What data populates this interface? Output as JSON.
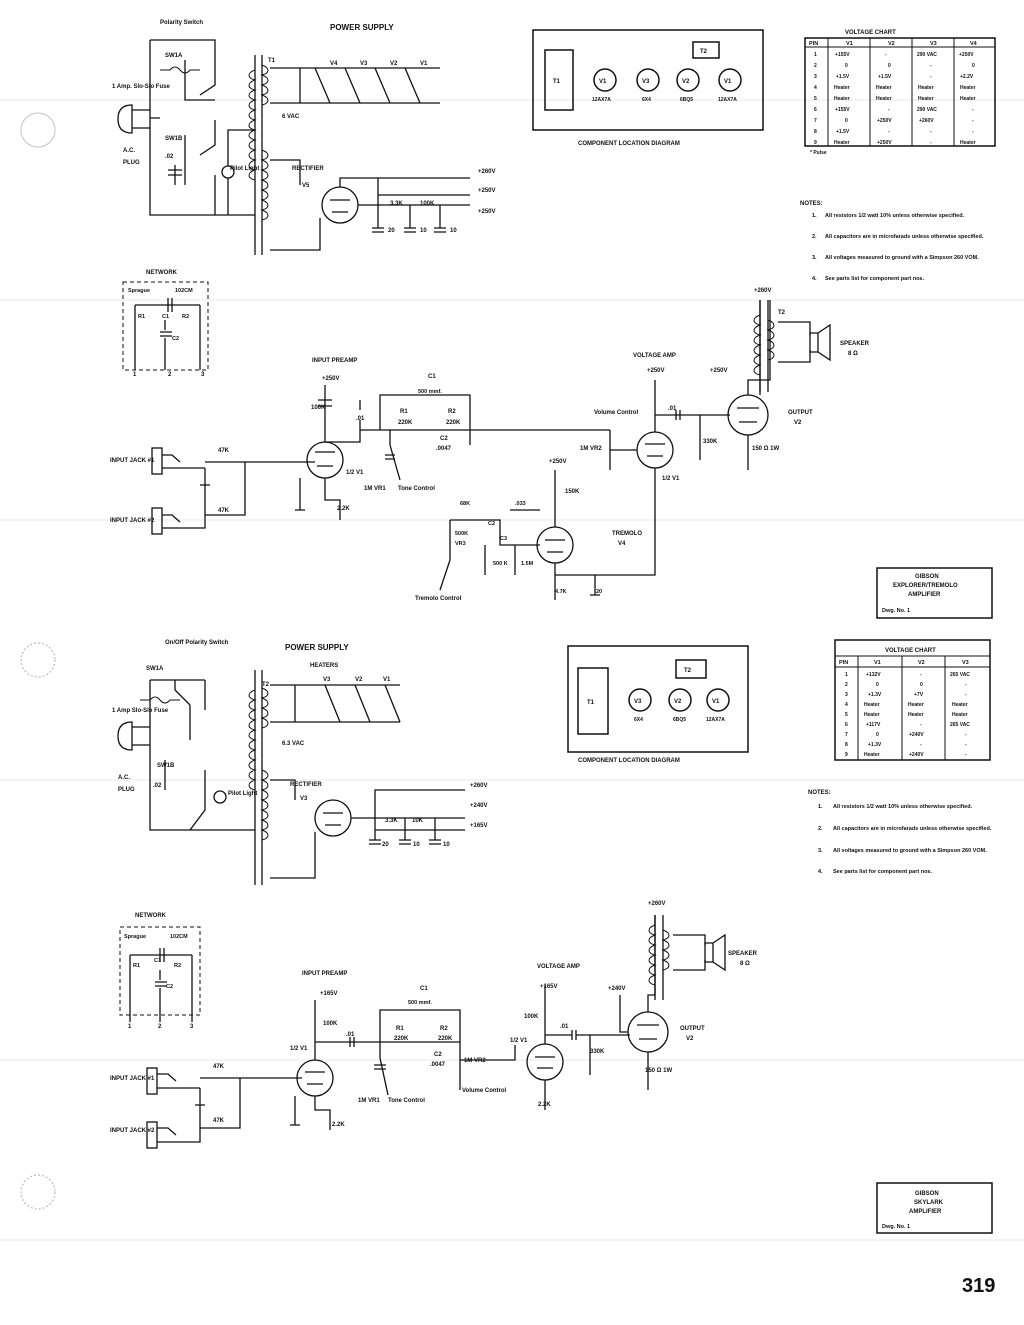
{
  "page_number": "319",
  "upper": {
    "power_supply": {
      "title": "POWER SUPPLY",
      "polarity_switch": "Polarity Switch",
      "sw1a": "SW1A",
      "sw1b": "SW1B",
      "fuse": "1 Amp. Slo-Slo Fuse",
      "ac_plug_line1": "A.C.",
      "ac_plug_line2": "PLUG",
      "cap_02": ".02",
      "pilot_light": "Pilot Light",
      "transformer": "T1",
      "heater_voltage": "6 VAC",
      "tubes": [
        "V4",
        "V3",
        "V2",
        "V1"
      ],
      "rectifier_label": "RECTIFIER",
      "rectifier_tube": "V5",
      "resistors": [
        "3.3K",
        "100K"
      ],
      "caps": [
        "20",
        "10",
        "10"
      ],
      "outputs": [
        "+260V",
        "+250V",
        "+250V"
      ]
    },
    "layout": {
      "tubes": [
        {
          "name": "V1",
          "type": "12AX7A"
        },
        {
          "name": "V3",
          "type": "6X4"
        },
        {
          "name": "V2",
          "type": "6BQ5"
        },
        {
          "name": "V1",
          "type": "12AX7A"
        }
      ],
      "transformers": [
        "T1",
        "T2"
      ],
      "caption": "COMPONENT LOCATION DIAGRAM"
    },
    "voltage_chart": {
      "title": "VOLTAGE CHART",
      "headers": [
        "PIN",
        "V1",
        "V2",
        "V3",
        "V4"
      ],
      "rows": [
        [
          "1",
          "+155V",
          "-",
          "290 VAC",
          "+250V"
        ],
        [
          "2",
          "0",
          "0",
          "-",
          "0"
        ],
        [
          "3",
          "+1.5V",
          "+1.5V",
          "-",
          "+2.2V"
        ],
        [
          "4",
          "Heater",
          "Heater",
          "Heater",
          "Heater"
        ],
        [
          "5",
          "Heater",
          "Heater",
          "Heater",
          "Heater"
        ],
        [
          "6",
          "+155V",
          "-",
          "290 VAC",
          "-"
        ],
        [
          "7",
          "0",
          "+250V",
          "+260V",
          "-"
        ],
        [
          "8",
          "+1.5V",
          "-",
          "-",
          "-"
        ],
        [
          "9",
          "Heater",
          "+250V",
          "-",
          "Heater"
        ]
      ],
      "footnote": "* Pulse"
    },
    "notes": {
      "title": "NOTES:",
      "items": [
        "All resistors 1/2 watt 10% unless otherwise specified.",
        "All capacitors are in microfarads unless otherwise specified.",
        "All voltages measured to ground with a Simpson 260 VOM.",
        "See parts list for component part nos."
      ]
    },
    "network": {
      "title": "NETWORK",
      "maker": "Sprague",
      "part": "102CM",
      "components": [
        "R1",
        "C1",
        "R2",
        "C2"
      ],
      "pins": [
        "1",
        "2",
        "3"
      ]
    },
    "amp": {
      "input_preamp": "INPUT PREAMP",
      "voltage_amp": "VOLTAGE AMP",
      "tremolo_label": "TREMOLO",
      "tremolo_tube": "V4",
      "tremolo_control": "Tremolo Control",
      "input1": "INPUT JACK #1",
      "input2": "INPUT JACK #2",
      "r47k": "47K",
      "b_plus_preamp": "+250V",
      "b_plus_voltage": "+250V",
      "b_plus_output": "+250V",
      "b_plus_trem": "+250V",
      "b_plus_top": "+260V",
      "r100k": "100K",
      "c01": ".01",
      "c1": "C1",
      "c1_value": "500 mmf.",
      "r1": "R1",
      "r1_value": "220K",
      "r2": "R2",
      "r2_value": "220K",
      "c2": "C2",
      "c2_value": ".0047",
      "half_v1_a": "1/2 V1",
      "half_v1_b": "1/2 V1",
      "vr1": "1M VR1",
      "tone_control": "Tone Control",
      "vr2": "1M VR2",
      "volume_control": "Volume Control",
      "r22k": "2.2K",
      "r150k": "150K",
      "r330k": "330K",
      "output_label": "OUTPUT",
      "output_tube": "V2",
      "r150ohm": "150 Ω 1W",
      "speaker_label": "SPEAKER",
      "speaker_ohms": "8 Ω",
      "t2": "T2",
      "trem_parts": [
        "68K",
        ".033",
        "500K",
        "VR3",
        "C2",
        "C3",
        "500 K",
        "1.5M",
        "4.7K",
        "20"
      ]
    },
    "title_block": {
      "line1": "GIBSON",
      "line2": "EXPLORER/TREMOLO",
      "line3": "AMPLIFIER",
      "dwg": "Dwg. No. 1"
    }
  },
  "lower": {
    "power_supply": {
      "title": "POWER SUPPLY",
      "switch": "On/Off Polarity Switch",
      "sw1a": "SW1A",
      "sw1b": "SW1B",
      "fuse": "1 Amp Slo-Slo Fuse",
      "ac_plug_line1": "A.C.",
      "ac_plug_line2": "PLUG",
      "cap_02": ".02",
      "pilot_light": "Pilot Light",
      "transformer": "T2",
      "heaters": "HEATERS",
      "tubes": [
        "V3",
        "V2",
        "V1"
      ],
      "heater_voltage": "6.3 VAC",
      "rectifier_label": "RECTIFIER",
      "rectifier_tube": "V3",
      "resistors": [
        "3.3K",
        "10K"
      ],
      "caps": [
        "20",
        "10",
        "10"
      ],
      "outputs": [
        "+260V",
        "+240V",
        "+165V"
      ]
    },
    "layout": {
      "tubes": [
        {
          "name": "V3",
          "type": "6X4"
        },
        {
          "name": "V2",
          "type": "6BQ5"
        },
        {
          "name": "V1",
          "type": "12AX7A"
        }
      ],
      "transformers": [
        "T1",
        "T2"
      ],
      "caption": "COMPONENT LOCATION DIAGRAM"
    },
    "voltage_chart": {
      "title": "VOLTAGE CHART",
      "headers": [
        "PIN",
        "V1",
        "V2",
        "V3"
      ],
      "rows": [
        [
          "1",
          "+132V",
          "-",
          "265 VAC"
        ],
        [
          "2",
          "0",
          "0",
          "-"
        ],
        [
          "3",
          "+1.3V",
          "+7V",
          "-"
        ],
        [
          "4",
          "Heater",
          "Heater",
          "Heater"
        ],
        [
          "5",
          "Heater",
          "Heater",
          "Heater"
        ],
        [
          "6",
          "+117V",
          "-",
          "265 VAC"
        ],
        [
          "7",
          "0",
          "+240V",
          "-"
        ],
        [
          "8",
          "+1.3V",
          "-",
          "-"
        ],
        [
          "9",
          "Heater",
          "+240V",
          "-"
        ]
      ]
    },
    "notes": {
      "title": "NOTES:",
      "items": [
        "All resistors 1/2 watt 10% unless otherwise specified.",
        "All capacitors are in microfarads unless otherwise specified.",
        "All voltages measured to ground with a Simpson 260 VOM.",
        "See parts list for component part nos."
      ]
    },
    "network": {
      "title": "NETWORK",
      "maker": "Sprague",
      "part": "102CM",
      "components": [
        "R1",
        "C1",
        "R2",
        "C2"
      ],
      "pins": [
        "1",
        "2",
        "3"
      ]
    },
    "amp": {
      "input_preamp": "INPUT PREAMP",
      "voltage_amp": "VOLTAGE AMP",
      "input1": "INPUT JACK #1",
      "input2": "INPUT JACK #2",
      "r47k_a": "47K",
      "r47k_b": "47K",
      "b_plus_preamp": "+165V",
      "b_plus_voltage": "+165V",
      "b_plus_output": "+240V",
      "b_plus_top": "+260V",
      "r100k_a": "100K",
      "r100k_b": "100K",
      "c01_a": ".01",
      "c01_b": ".01",
      "c1": "C1",
      "c1_value": "500 mmf.",
      "r1": "R1",
      "r1_value": "220K",
      "r2": "R2",
      "r2_value": "220K",
      "c2": "C2",
      "c2_value": ".0047",
      "half_v1_a": "1/2 V1",
      "half_v1_b": "1/2 V1",
      "vr1": "1M VR1",
      "tone_control": "Tone Control",
      "vr2": "1M VR2",
      "volume_control": "Volume Control",
      "r22k_a": "2.2K",
      "r22k_b": "2.2K",
      "r330k": "330K",
      "output_label": "OUTPUT",
      "output_tube": "V2",
      "r150ohm": "150 Ω 1W",
      "speaker_label": "SPEAKER",
      "speaker_ohms": "8 Ω"
    },
    "title_block": {
      "line1": "GIBSON",
      "line2": "SKYLARK",
      "line3": "AMPLIFIER",
      "dwg": "Dwg. No. 1"
    }
  }
}
